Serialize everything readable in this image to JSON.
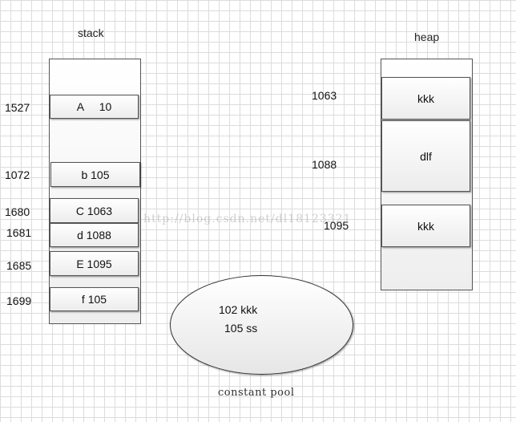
{
  "stack": {
    "title": "stack",
    "cells": [
      {
        "address": "1527",
        "label": "A     10"
      },
      {
        "address": "1072",
        "label": "b 105"
      },
      {
        "address": "1680",
        "label": "C 1063"
      },
      {
        "address": "1681",
        "label": "d 1088"
      },
      {
        "address": "1685",
        "label": "E 1095"
      },
      {
        "address": "1699",
        "label": "f 105"
      }
    ]
  },
  "heap": {
    "title": "heap",
    "cells": [
      {
        "address": "1063",
        "label": "kkk"
      },
      {
        "address": "1088",
        "label": "dlf"
      },
      {
        "address": "1095",
        "label": "kkk"
      }
    ]
  },
  "constant_pool": {
    "label": "constant pool",
    "entries": [
      "102 kkk",
      "105 ss"
    ]
  },
  "watermark": "http://blog.csdn.net/dl18123321"
}
